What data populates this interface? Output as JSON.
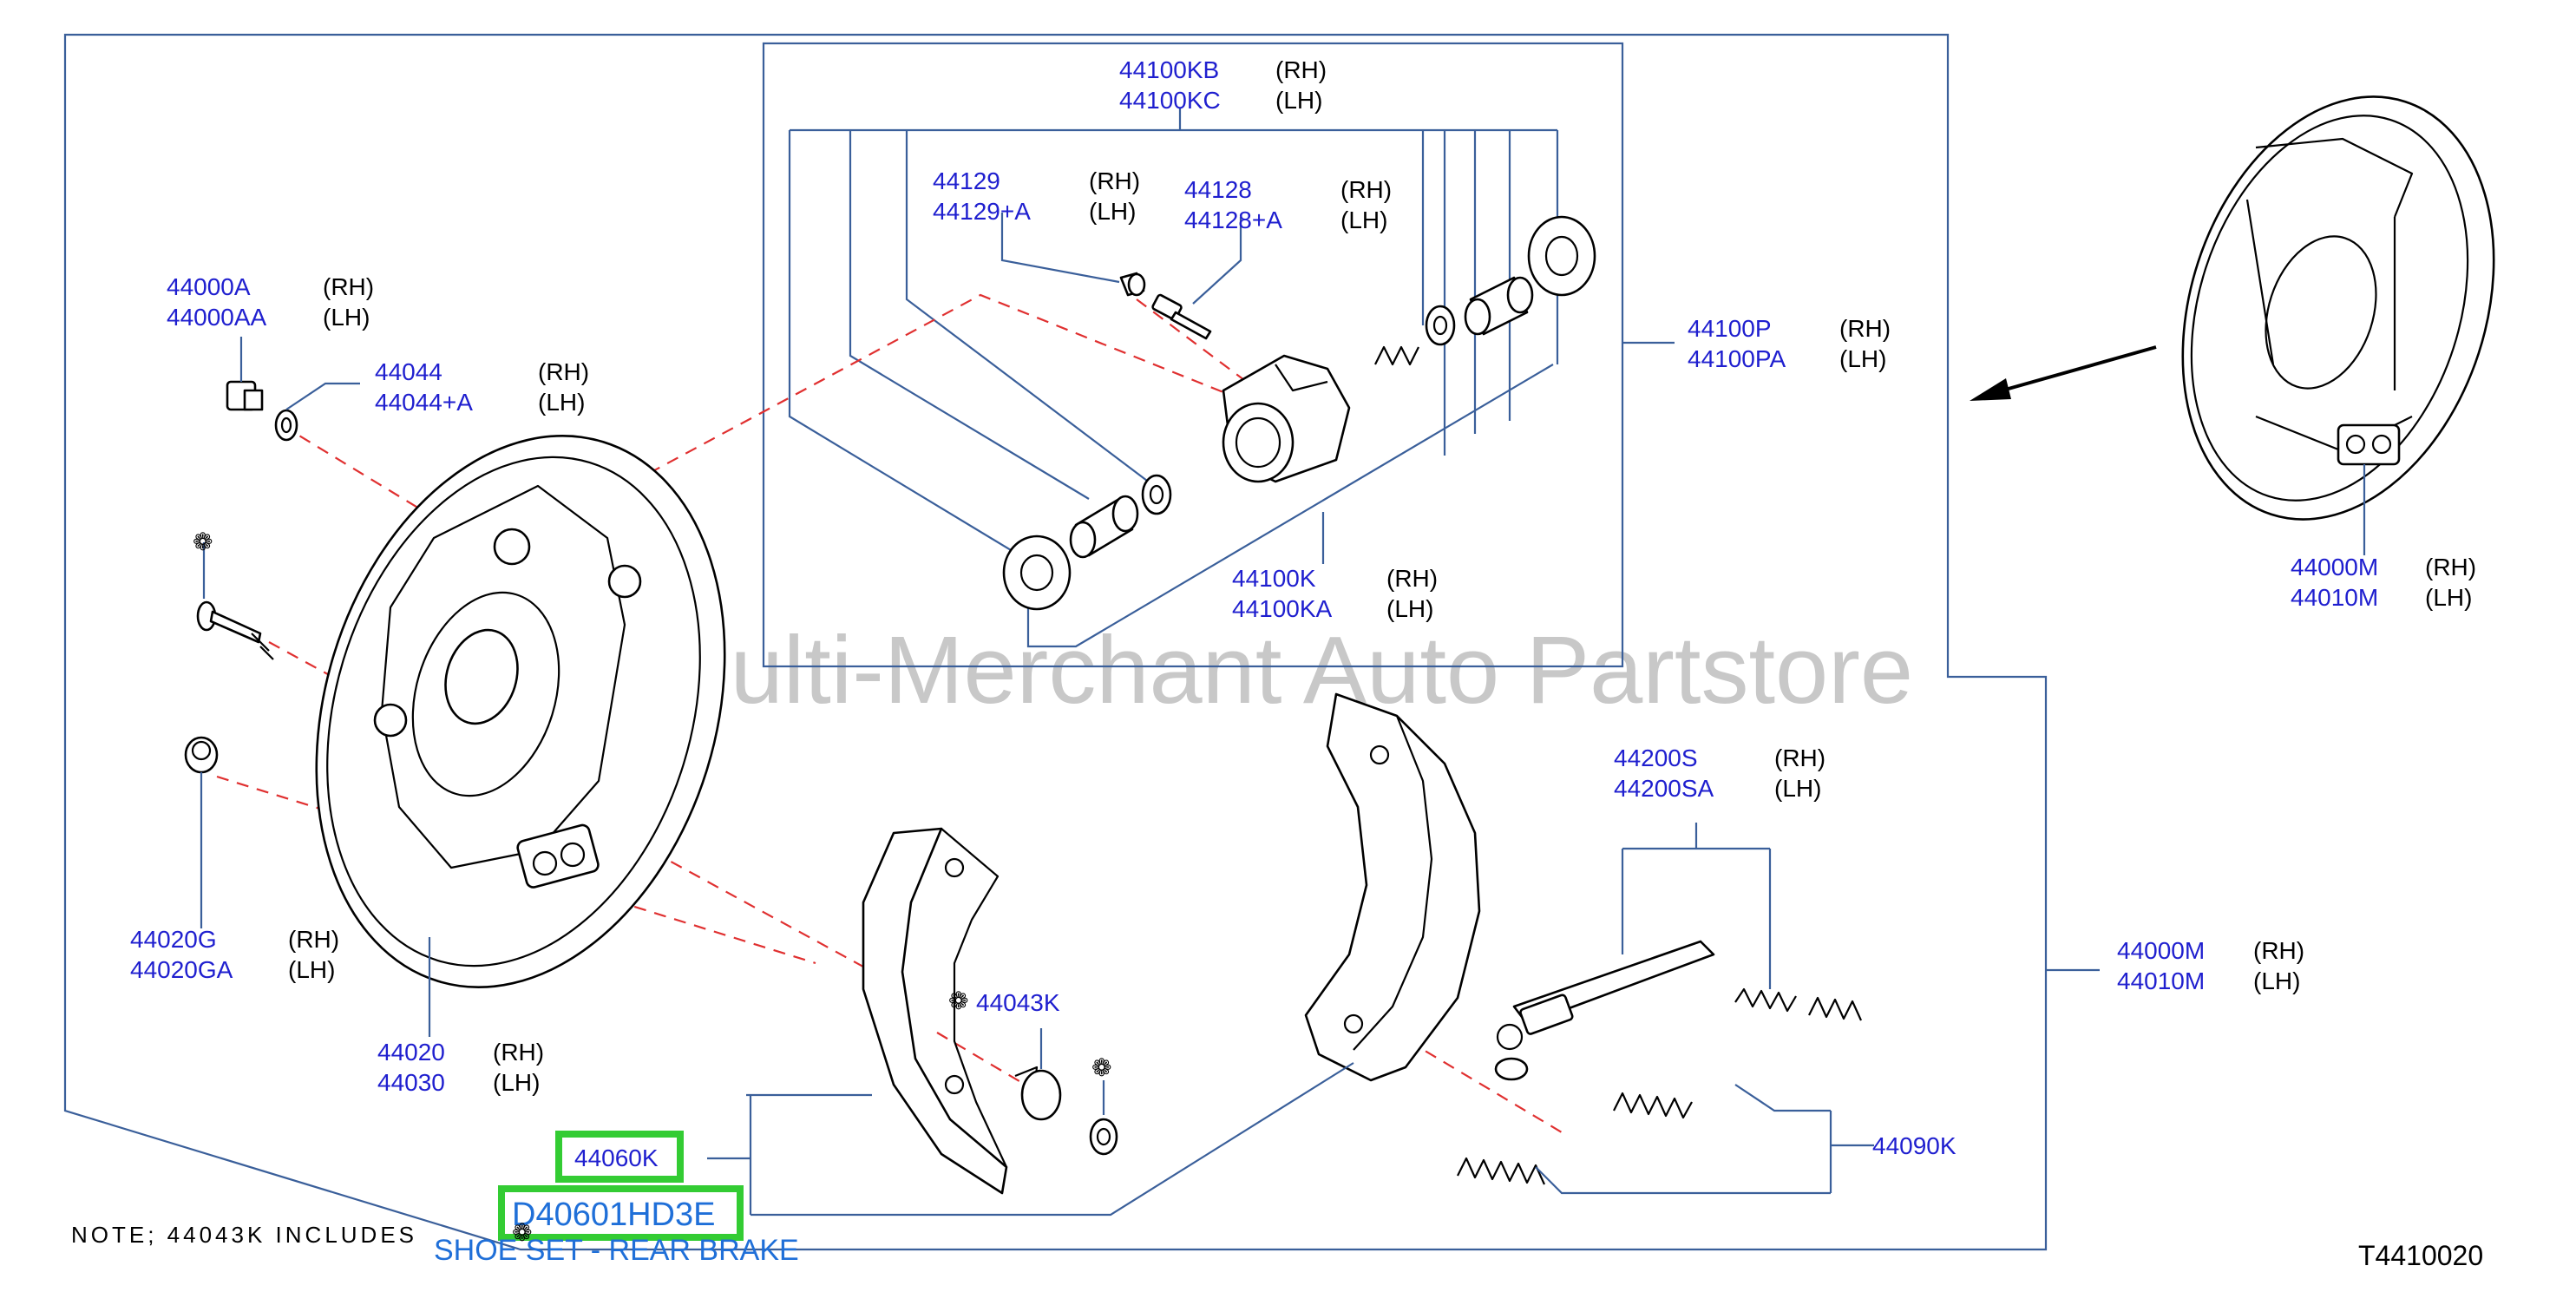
{
  "watermark": "Multi-Merchant Auto Partstore",
  "drawing_code": "T4410020",
  "note": "NOTE;  44043K  INCLUDES",
  "highlights": {
    "part": "44060K",
    "kit": "D40601HD3E",
    "kit_desc": "SHOE SET - REAR BRAKE"
  },
  "labels": {
    "l44100KB": "44100KB",
    "l44100KC": "44100KC",
    "l44129": "44129",
    "l44129A": "44129+A",
    "l44128": "44128",
    "l44128A": "44128+A",
    "l44000A": "44000A",
    "l44000AA": "44000AA",
    "l44044": "44044",
    "l44044A": "44044+A",
    "l44100P": "44100P",
    "l44100PA": "44100PA",
    "l44100K": "44100K",
    "l44100KA": "44100KA",
    "l44000M_a": "44000M",
    "l44010M_a": "44010M",
    "l44200S": "44200S",
    "l44200SA": "44200SA",
    "l44020G": "44020G",
    "l44020GA": "44020GA",
    "l44043K": "44043K",
    "l44000M_b": "44000M",
    "l44010M_b": "44010M",
    "l44020": "44020",
    "l44030": "44030",
    "l44090K": "44090K"
  },
  "side": {
    "rh": "(RH)",
    "lh": "(LH)"
  },
  "colors": {
    "part_number": "#1f1fcf",
    "leader": "#3a5f9a",
    "dashed": "#e03030",
    "highlight": "#33cc33"
  }
}
